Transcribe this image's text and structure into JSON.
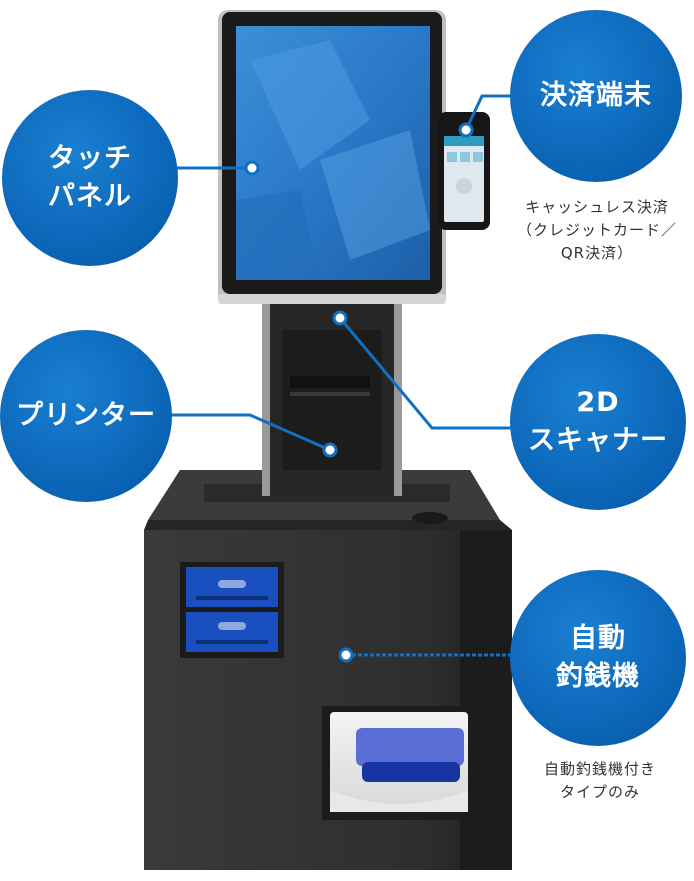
{
  "labels": {
    "touch_panel": [
      "タッチ",
      "パネル"
    ],
    "payment_terminal": [
      "決済端末"
    ],
    "printer": [
      "プリンター"
    ],
    "scanner": [
      "2D",
      "スキャナー"
    ],
    "change_machine": [
      "自動",
      "釣銭機"
    ]
  },
  "notes": {
    "payment": [
      "キャッシュレス決済",
      "（クレジットカード／",
      "QR決済）"
    ],
    "change_machine": [
      "自動釣銭機付き",
      "タイプのみ"
    ]
  },
  "colors": {
    "bubble": "#0a63b5",
    "leader": "#1170c2",
    "dot": "#ffffff",
    "cabinet": "#2b2b2b",
    "screen": "#2f7fd0"
  }
}
